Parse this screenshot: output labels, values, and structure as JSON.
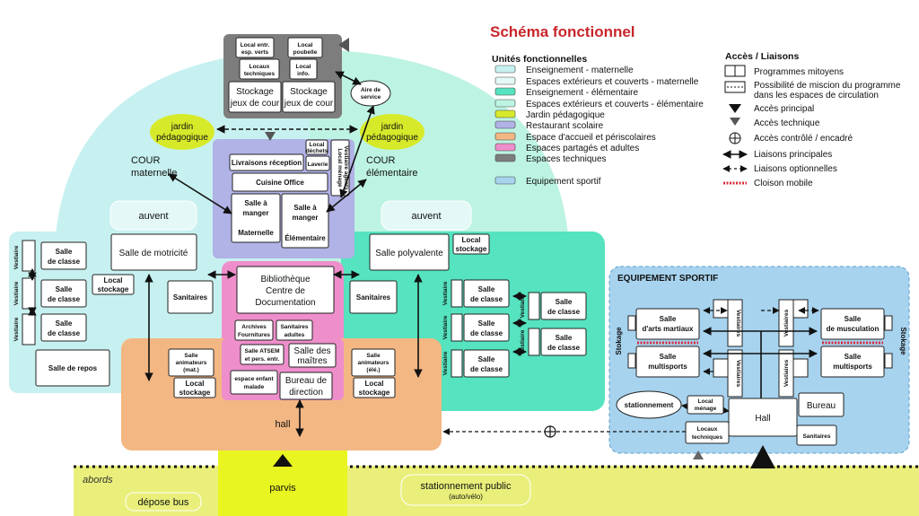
{
  "title": "Schéma fonctionnel",
  "legend_units": {
    "heading": "Unités fonctionnelles",
    "items": [
      {
        "label": "Enseignement - maternelle",
        "color": "#c7f1f0"
      },
      {
        "label": "Espaces extérieurs et couverts - maternelle",
        "color": "#e3f8f7"
      },
      {
        "label": "Enseignement - élémentaire",
        "color": "#56e3bf"
      },
      {
        "label": "Espaces extérieurs et couverts - élémentaire",
        "color": "#bdf3e2"
      },
      {
        "label": "Jardin pédagogique",
        "color": "#d7ea2a"
      },
      {
        "label": "Restaurant scolaire",
        "color": "#b1b2e6"
      },
      {
        "label": "Espace d'accueil et périscolaires",
        "color": "#f3b783"
      },
      {
        "label": "Espaces partagés et adultes",
        "color": "#ee8ecb"
      },
      {
        "label": "Espaces techniques",
        "color": "#7d7d7d"
      },
      {
        "label": "Equipement sportif",
        "color": "#a7d3ee"
      }
    ]
  },
  "legend_access": {
    "heading": "Accès / Liaisons",
    "items": {
      "mitoyens": "Programmes mitoyens",
      "mission1": "Possibilité de miscion du programme",
      "mission2": "dans les espaces de circulation",
      "principal": "Accès principal",
      "technique": "Accès technique",
      "controle": "Accès contrôlé / encadré",
      "principales": "Liaisons principales",
      "optionnelles": "Liaisons optionnelles",
      "cloison": "Cloison mobile"
    }
  },
  "zones": {
    "cour_mat": [
      "COUR",
      "maternelle"
    ],
    "cour_ele": [
      "COUR",
      "élémentaire"
    ],
    "jardin": [
      "jardin",
      "pédagogique"
    ],
    "auvent": "auvent",
    "hall": "hall",
    "abords": "abords",
    "depose_bus": "dépose bus",
    "parvis": "parvis",
    "stationnement_public": "stationnement public",
    "auto_velo": "(auto/vélo)"
  },
  "rooms": {
    "local_entr": [
      "Local entr.",
      "esp. verts"
    ],
    "local_poubelle": [
      "Local",
      "poubelle"
    ],
    "locaux_tech": [
      "Locaux",
      "techniques"
    ],
    "local_info": [
      "Local",
      "info."
    ],
    "stockage_jeux": [
      "Stockage",
      "jeux de cour"
    ],
    "aire_service": [
      "Aire de",
      "service"
    ],
    "livraisons": "Livraisons réception",
    "local_dechets": [
      "Local",
      "déchets"
    ],
    "laverie": "Laverie",
    "local_menage_vest": [
      "Local ménage",
      "Vestiaire agents"
    ],
    "cuisine": "Cuisine Office",
    "salle_manger": [
      "Salle à",
      "manger"
    ],
    "maternelle": "Maternelle",
    "elementaire": "Élémentaire",
    "motricite": "Salle de motricité",
    "polyvalente": "Salle polyvalente",
    "local_stockage": [
      "Local",
      "stockage"
    ],
    "sanitaires": "Sanitaires",
    "bibliotheque": [
      "Bibliothèque",
      "Centre de",
      "Documentation"
    ],
    "archives": [
      "Archives",
      "Fournitures"
    ],
    "sanitaires_adultes": [
      "Sanitaires",
      "adultes"
    ],
    "atsem": [
      "Salle ATSEM",
      "et pers. entr."
    ],
    "maitres": [
      "Salle des",
      "maîtres"
    ],
    "enfant_malade": [
      "espace enfant",
      "malade"
    ],
    "bureau_direction": [
      "Bureau de",
      "direction"
    ],
    "animateurs_mat": [
      "Salle",
      "animateurs",
      "(mat.)"
    ],
    "animateurs_ele": [
      "Salle",
      "animateurs",
      "(élé.)"
    ],
    "salle_classe": [
      "Salle",
      "de classe"
    ],
    "salle_repos": "Salle de repos",
    "vestiaire": "Vestiaire"
  },
  "sport": {
    "title": "EQUIPEMENT SPORTIF",
    "arts_martiaux": [
      "Salle",
      "d'arts martiaux"
    ],
    "multisports": [
      "Salle",
      "multisports"
    ],
    "musculation": [
      "Salle",
      "de musculation"
    ],
    "vestiaires": "Vestiaires",
    "stokage": "Stokage",
    "stationnement": "stationnement",
    "local_menage": [
      "Local",
      "ménage"
    ],
    "locaux_tech": [
      "Locaux",
      "techniques"
    ],
    "hall": "Hall",
    "bureau": "Bureau",
    "sanitaires": "Sanitaires"
  }
}
